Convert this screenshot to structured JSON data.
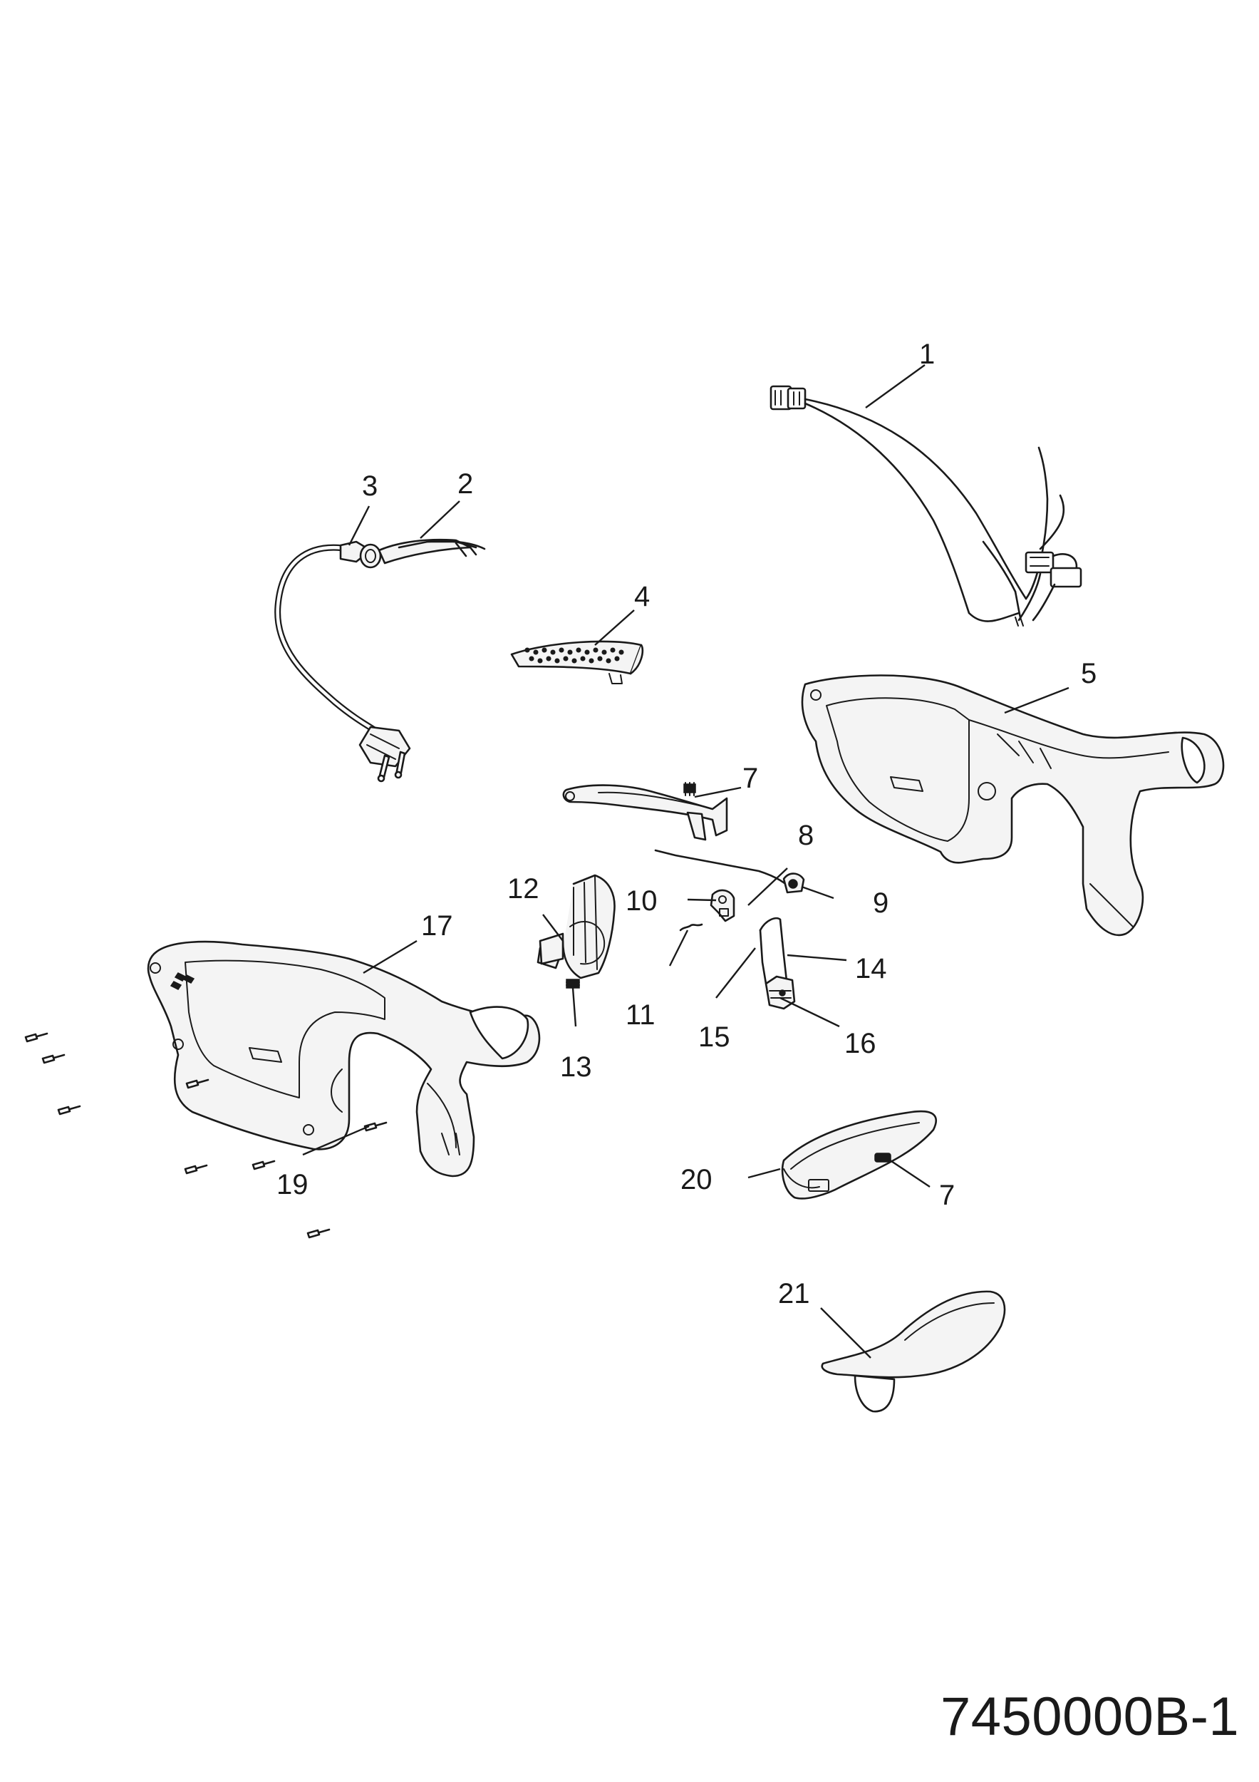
{
  "drawing_number": "7450000B-1",
  "callouts": {
    "c1": "1",
    "c2": "2",
    "c3": "3",
    "c4": "4",
    "c5": "5",
    "c7a": "7",
    "c8": "8",
    "c9": "9",
    "c10": "10",
    "c11": "11",
    "c12": "12",
    "c13": "13",
    "c14": "14",
    "c15": "15",
    "c16": "16",
    "c17": "17",
    "c19": "19",
    "c20": "20",
    "c7b": "7",
    "c21": "21"
  }
}
